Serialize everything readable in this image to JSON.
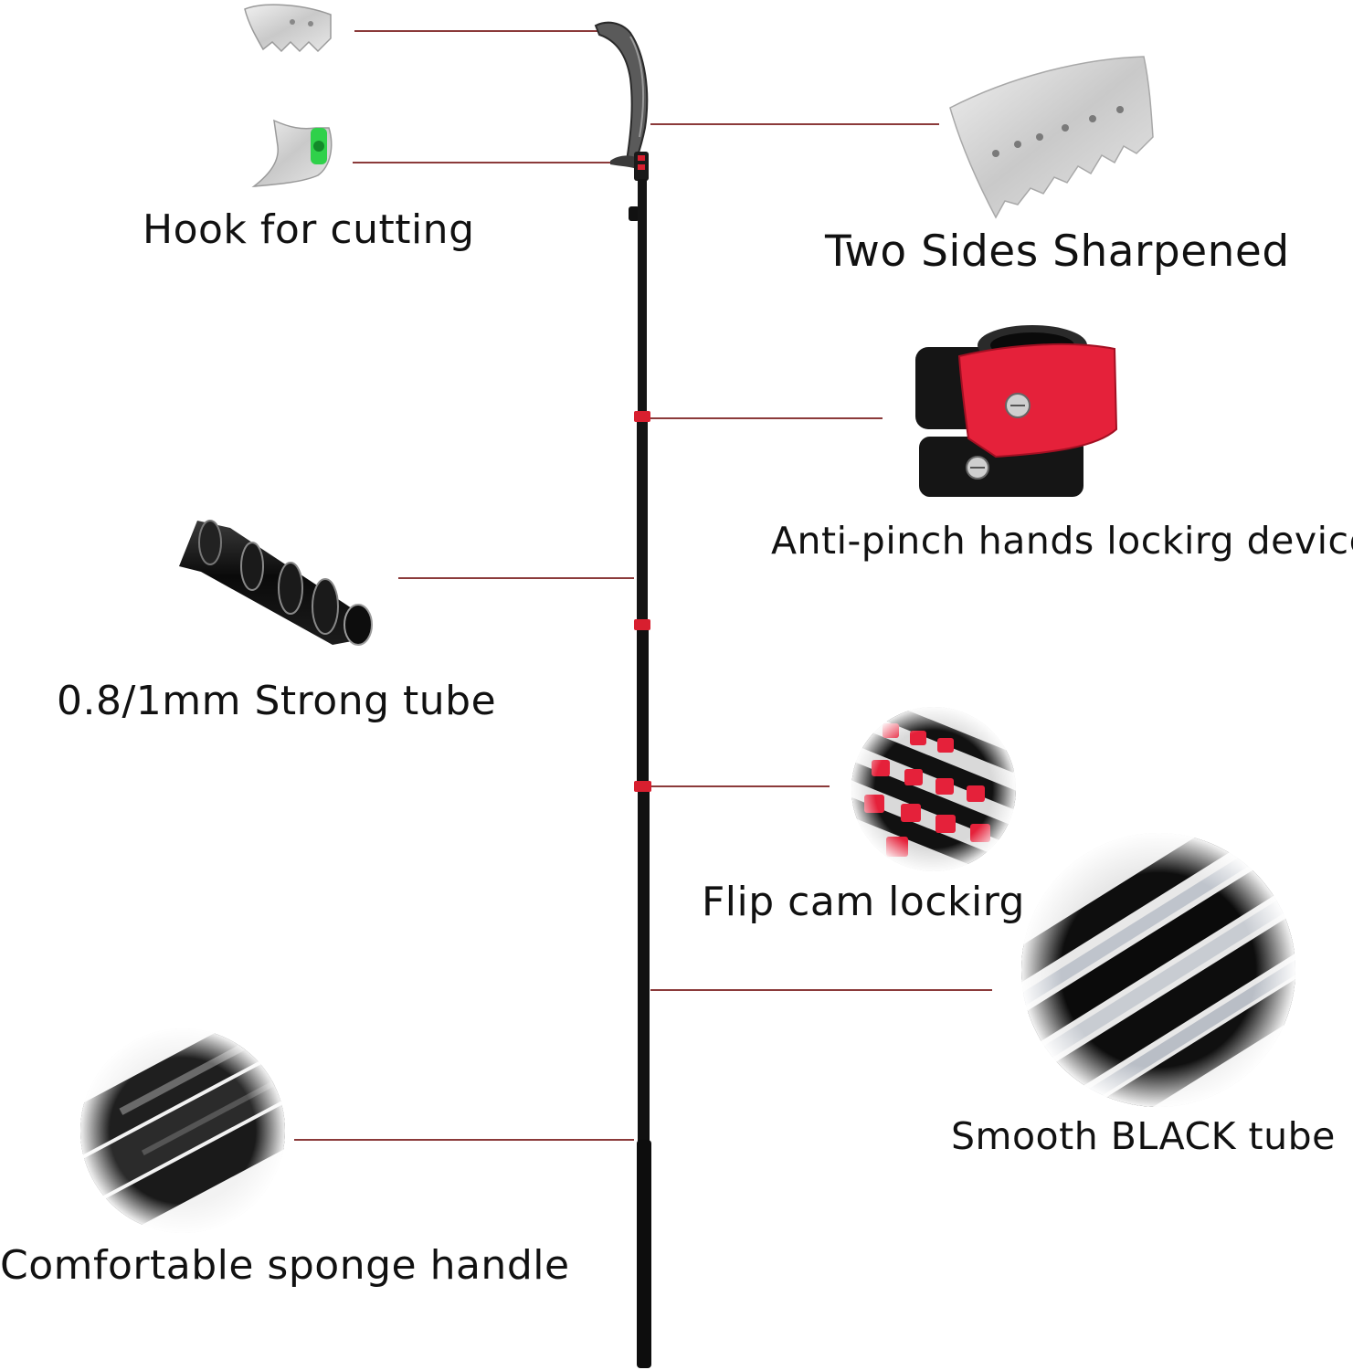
{
  "colors": {
    "background": "#ffffff",
    "pole": "#111111",
    "accent_red": "#d81f2f",
    "leader_line": "#8b3a3a",
    "text": "#111111"
  },
  "pole": {
    "sections": 5,
    "lock_collars": 4
  },
  "callouts": [
    {
      "id": "hook",
      "label": "Hook for cutting",
      "icon": "hook-blade-icon"
    },
    {
      "id": "saw",
      "label": "Two Sides Sharpened",
      "icon": "saw-blade-icon"
    },
    {
      "id": "lock",
      "label": "Anti-pinch hands lockirg device",
      "icon": "lock-clamp-icon"
    },
    {
      "id": "tube",
      "label": "0.8/1mm Strong tube",
      "icon": "telescopic-tube-icon"
    },
    {
      "id": "flip",
      "label": "Flip cam lockirg",
      "icon": "flip-cam-icon"
    },
    {
      "id": "black",
      "label": "Smooth BLACK tube",
      "icon": "black-tube-icon"
    },
    {
      "id": "sponge",
      "label": "Comfortable sponge handle",
      "icon": "sponge-handle-icon"
    }
  ]
}
